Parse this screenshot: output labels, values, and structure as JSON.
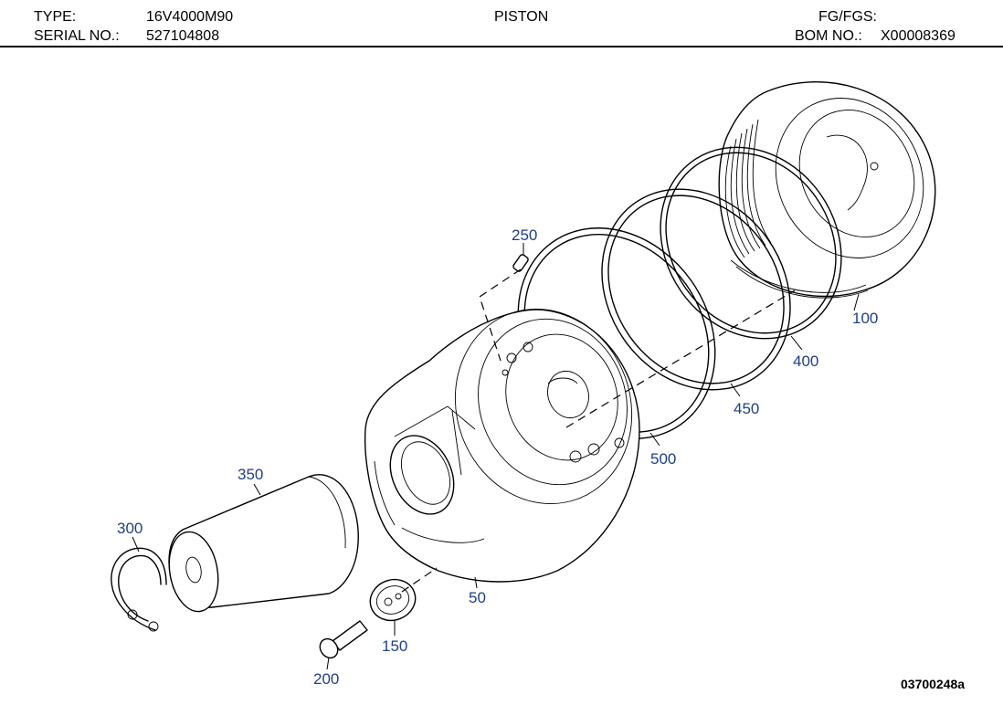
{
  "header": {
    "type_label": "TYPE:",
    "type_value": "16V4000M90",
    "serial_label": "SERIAL NO.:",
    "serial_value": "527104808",
    "title": "PISTON",
    "fg_label": "FG/FGS:",
    "bom_label": "BOM NO.:",
    "bom_value": "X00008369"
  },
  "callouts": [
    "100",
    "400",
    "450",
    "500",
    "250",
    "350",
    "300",
    "50",
    "150",
    "200"
  ],
  "drawing_number": "03700248a",
  "colors": {
    "callout": "#1f3f85",
    "line": "#000000"
  }
}
